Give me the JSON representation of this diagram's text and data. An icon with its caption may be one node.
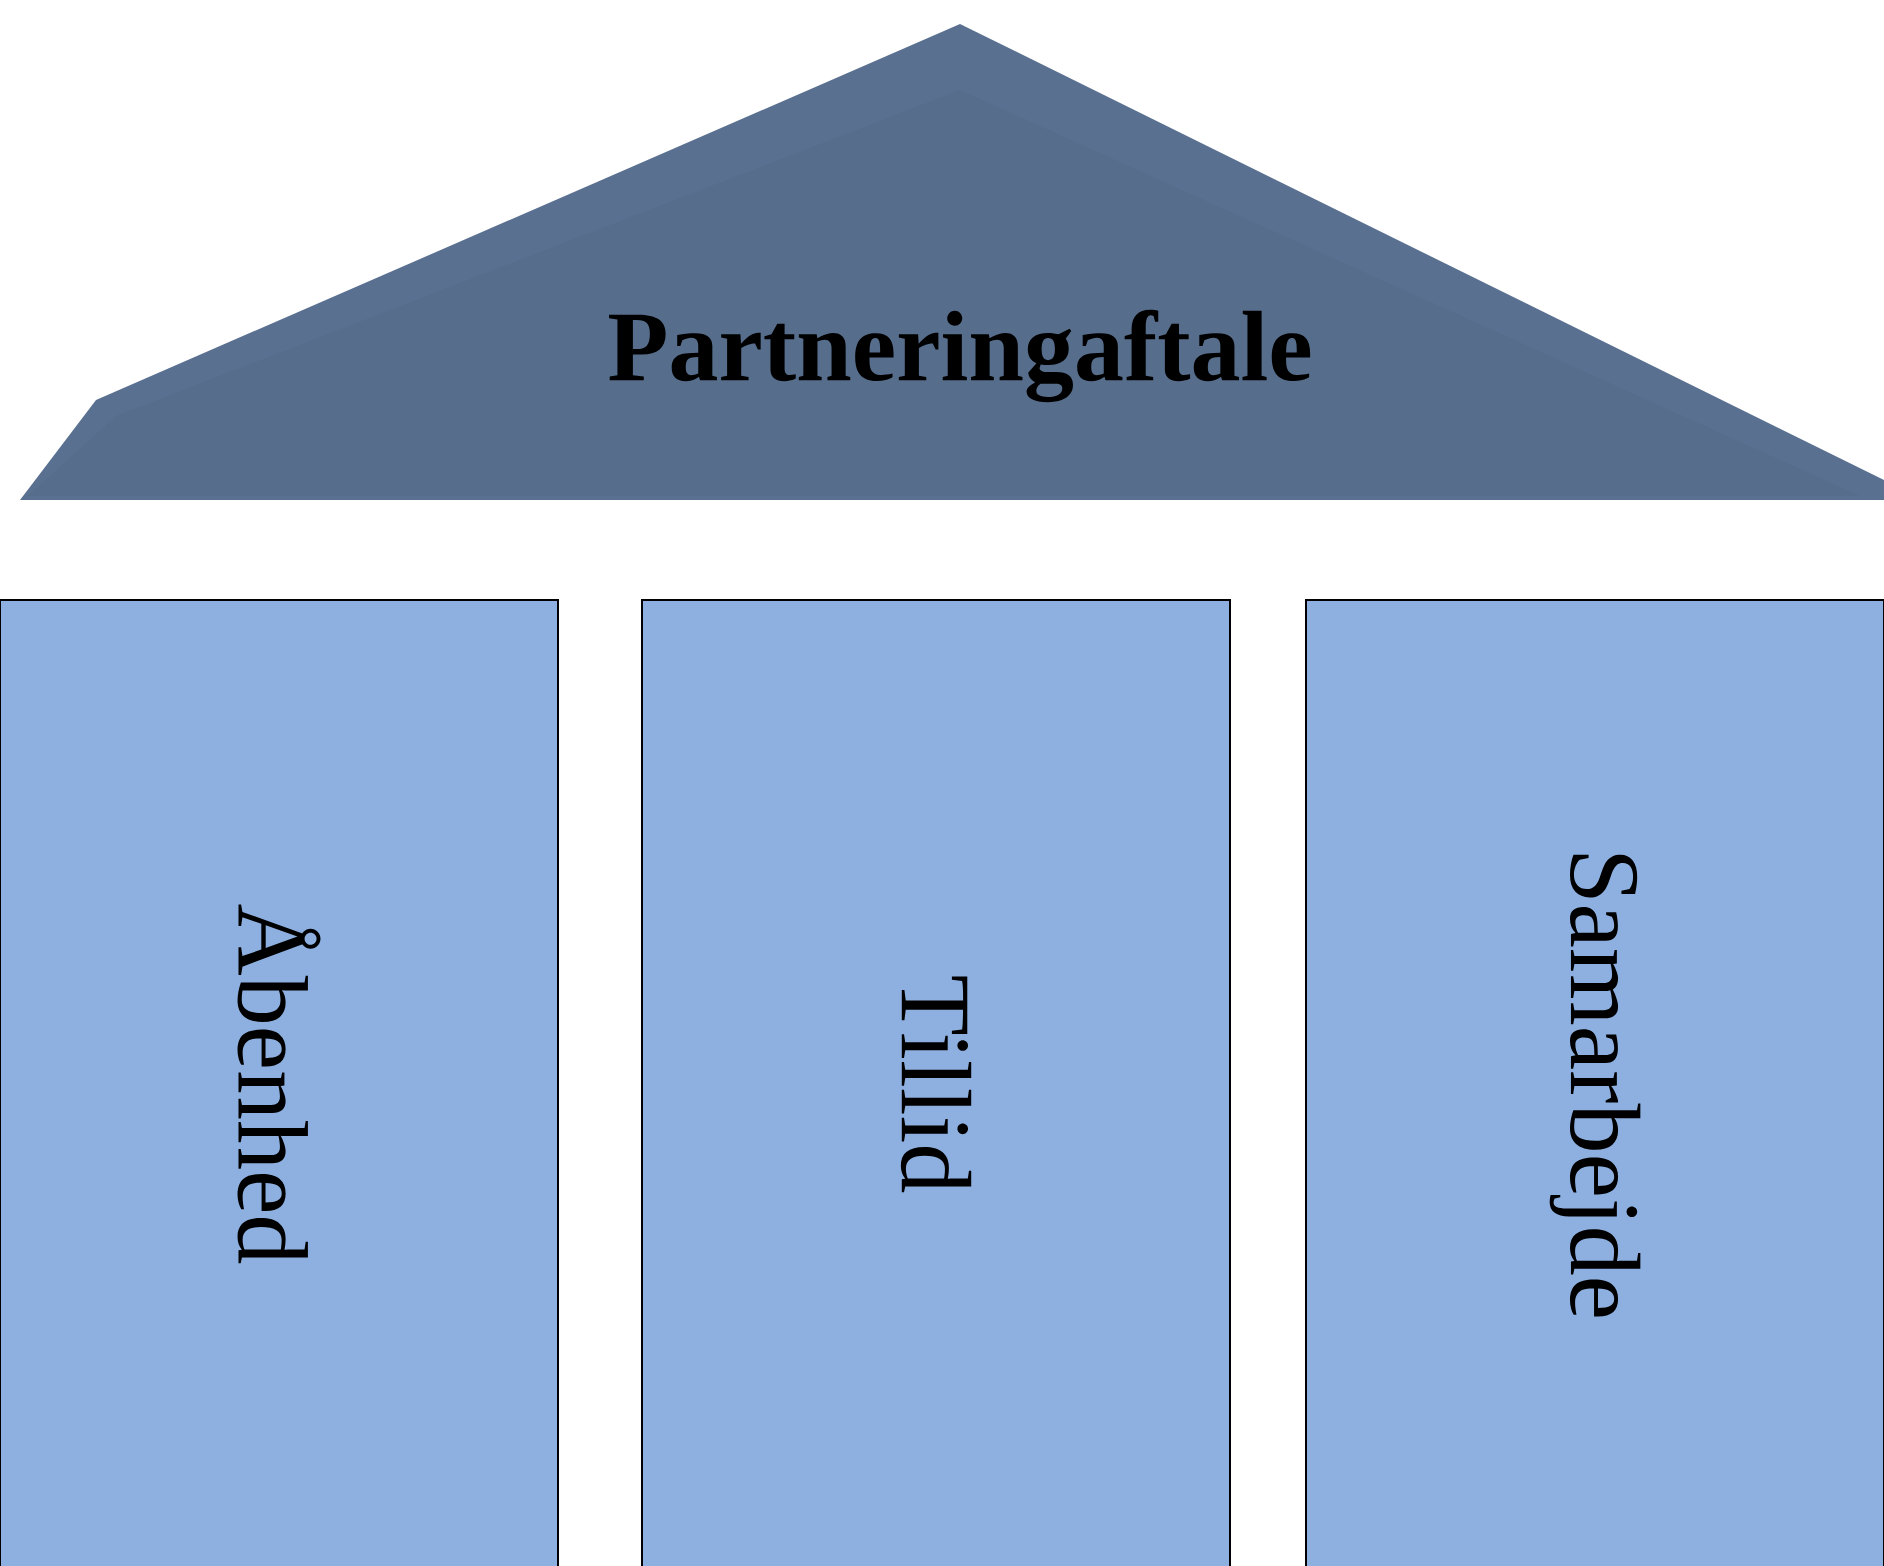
{
  "diagram": {
    "nodes": [
      {
        "text": [
          "Partneringaftale"
        ]
      },
      {
        "text": [
          "Åbenhed"
        ]
      },
      {
        "text": [
          "Tillid"
        ]
      },
      {
        "text": [
          "Samarbejde"
        ]
      }
    ]
  }
}
